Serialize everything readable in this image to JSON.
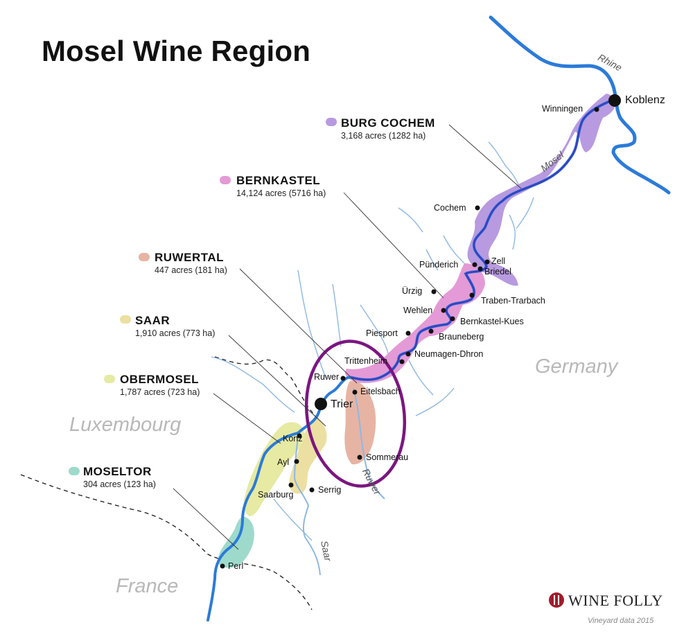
{
  "title": "Mosel Wine Region",
  "regions": [
    {
      "id": "burg-cochem",
      "name": "BURG COCHEM",
      "area": "3,168 acres (1282 ha)",
      "color": "#b89ae0"
    },
    {
      "id": "bernkastel",
      "name": "BERNKASTEL",
      "area": "14,124 acres (5716 ha)",
      "color": "#e49ad6"
    },
    {
      "id": "ruwertal",
      "name": "RUWERTAL",
      "area": "447 acres (181 ha)",
      "color": "#e7b4a4"
    },
    {
      "id": "saar",
      "name": "SAAR",
      "area": "1,910 acres (773 ha)",
      "color": "#ecdfa2"
    },
    {
      "id": "obermosel",
      "name": "OBERMOSEL",
      "area": "1,787 acres (723 ha)",
      "color": "#e6eaa2"
    },
    {
      "id": "moseltor",
      "name": "MOSELTOR",
      "area": "304 acres (123 ha)",
      "color": "#9edacb"
    }
  ],
  "countries": [
    "Germany",
    "Luxembourg",
    "France"
  ],
  "towns": {
    "koblenz": "Koblenz",
    "winningen": "Winningen",
    "cochem": "Cochem",
    "zell": "Zell",
    "punderich": "Pünderich",
    "briedel": "Briedel",
    "urzig": "Ürzig",
    "traben": "Traben-Trarbach",
    "wehlen": "Wehlen",
    "bernkastel_kues": "Bernkastel-Kues",
    "piesport": "Piesport",
    "brauneberg": "Brauneberg",
    "neumagen": "Neumagen-Dhron",
    "trittenheim": "Trittenheim",
    "ruwer": "Ruwer",
    "eitelsbach": "Eitelsbach",
    "trier": "Trier",
    "konz": "Konz",
    "sommerau": "Sommerau",
    "ayl": "Ayl",
    "saarburg": "Saarburg",
    "serrig": "Serrig",
    "perl": "Perl"
  },
  "rivers": {
    "rhine": "Rhine",
    "mosel": "Mosel",
    "ruwer": "Ruwer",
    "saar": "Saar"
  },
  "colors": {
    "river": "#2b7bd8",
    "mosel_core": "#3a3fc0",
    "tributary": "#8db8e3",
    "highlight": "#7b1680",
    "border": "#1a1a1a"
  },
  "brand": "WINE FOLLY",
  "credit": "Vineyard data 2015"
}
